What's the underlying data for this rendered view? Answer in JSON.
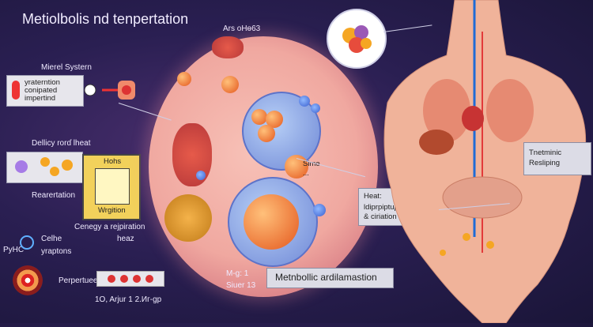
{
  "title": "Metiolbolis nd tenpertation",
  "labels": {
    "top_center": "Ars oHɵ63",
    "mierel_system": "Mierel Systern",
    "box1_lines": [
      "yraterntion",
      "conipated",
      "impertind"
    ],
    "delicy_heat": "Dellicy rorɗ lheat",
    "box2_title": "Hohs",
    "box2_bottom": "Wrgition",
    "rearation": "Rearertation",
    "cenegy": "Cenegy a rejpiration",
    "heaz": "heaz",
    "pyhc": "PyHC",
    "celhe": "Celhe",
    "yraptons": "yraptons",
    "perpertuee": "Perpertuee",
    "bottom_numbers": "1O,  Arjur 1 2.Иг-gp",
    "mg": "M-g: 1",
    "siuer": "Siuer 13",
    "metabolic": "Metnbollic ardilamastion",
    "sime": "Sime",
    "sime_sub": "...",
    "heat_callout_title": "Heat:",
    "heat_callout_lines": [
      "ldiprpiptup",
      "& ciriation"
    ],
    "right_callout_lines": [
      "Tnetminic",
      "Resliping"
    ]
  },
  "colors": {
    "background": "#2a1f52",
    "cell": "#f0a8a0",
    "accent_red": "#d63c3c",
    "accent_blue": "#3b5fcf"
  }
}
